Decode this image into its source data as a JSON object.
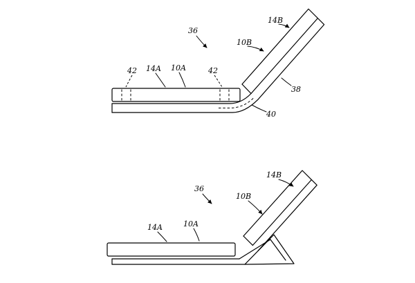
{
  "meta": {
    "background_color": "#ffffff",
    "line_color": "#000000",
    "description_hint": "Patent-style line drawing of a foldable device in two states: partially open (top figure) and folded kickstand state (bottom figure)"
  },
  "top_figure": {
    "labels": {
      "assembly": "36",
      "housing_b": "14B",
      "display_b": "10B",
      "magnet_left": "42",
      "housing_a": "14A",
      "display_a": "10A",
      "magnet_right": "42",
      "layer": "38",
      "bend": "40"
    }
  },
  "bottom_figure": {
    "labels": {
      "assembly": "36",
      "housing_b": "14B",
      "display_b": "10B",
      "housing_a": "14A",
      "display_a": "10A"
    }
  }
}
